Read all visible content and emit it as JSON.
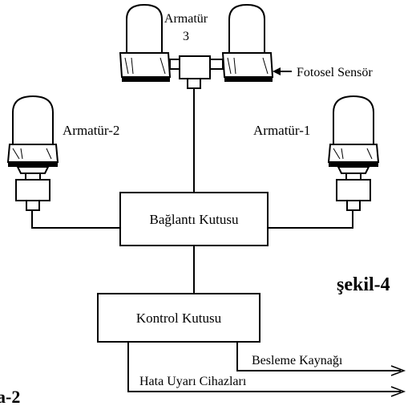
{
  "labels": {
    "armatur3_line1": "Armatür",
    "armatur3_line2": "3",
    "fotosel": "Fotosel Sensör",
    "armatur2": "Armatür-2",
    "armatur1": "Armatür-1",
    "baglanti": "Bağlantı Kutusu",
    "kontrol": "Kontrol Kutusu",
    "sekil": "şekil-4",
    "besleme": "Besleme Kaynağı",
    "hata": "Hata Uyarı Cihazları",
    "page_fragment": "a-2"
  },
  "colors": {
    "ink": "#000000",
    "background": "#ffffff"
  }
}
